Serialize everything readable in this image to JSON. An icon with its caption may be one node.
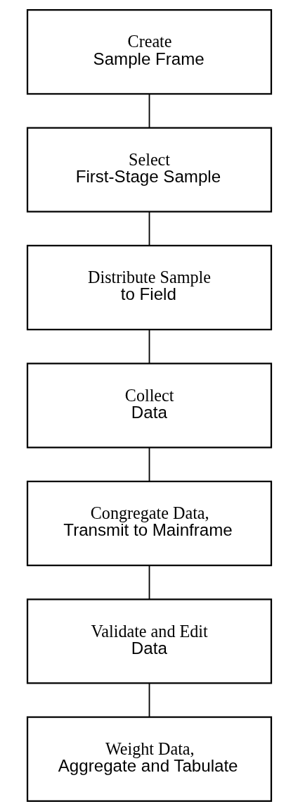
{
  "diagram": {
    "nodes": [
      {
        "text": [
          "Create",
          "Sample Frame"
        ]
      },
      {
        "text": [
          "Select",
          "First-Stage Sample"
        ]
      },
      {
        "text": [
          "Distribute Sample",
          "to Field"
        ]
      },
      {
        "text": [
          "Collect",
          "Data"
        ]
      },
      {
        "text": [
          "Congregate Data,",
          "Transmit to Mainframe"
        ]
      },
      {
        "text": [
          "Validate and Edit",
          "Data"
        ]
      },
      {
        "text": [
          "Weight Data,",
          "Aggregate and Tabulate"
        ]
      }
    ],
    "edges": [
      {
        "from": 0,
        "to": 1,
        "arrow": "none"
      },
      {
        "from": 1,
        "to": 2,
        "arrow": "none"
      },
      {
        "from": 2,
        "to": 3,
        "arrow": "none"
      },
      {
        "from": 3,
        "to": 4,
        "arrow": "none"
      },
      {
        "from": 4,
        "to": 5,
        "arrow": "none"
      },
      {
        "from": 5,
        "to": 6,
        "arrow": "none"
      }
    ]
  }
}
